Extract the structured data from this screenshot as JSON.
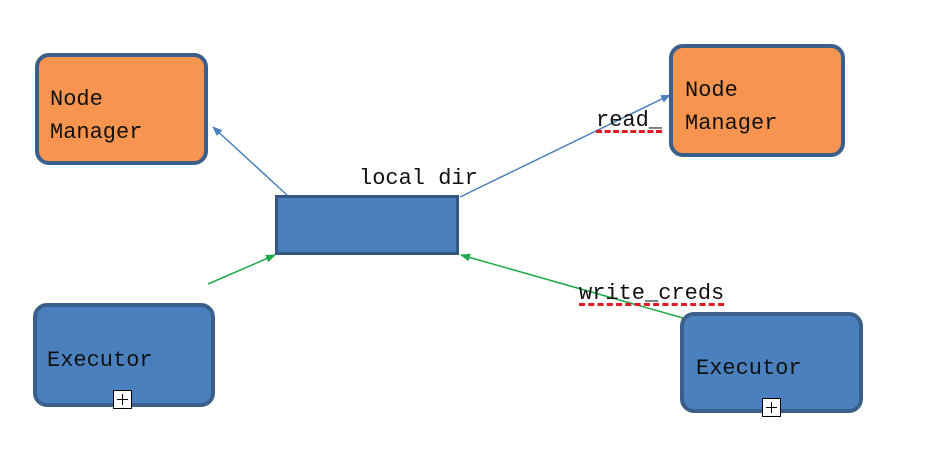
{
  "boxes": {
    "node_manager_left": {
      "line1": "Node",
      "line2": "Manager"
    },
    "node_manager_right": {
      "line1": "Node",
      "line2": "Manager"
    },
    "executor_left": {
      "label": "Executor"
    },
    "executor_right": {
      "label": "Executor"
    }
  },
  "center": {
    "label": "local dir"
  },
  "edges": {
    "read_label": "read_",
    "write_label": "write_creds"
  },
  "colors": {
    "node_manager_fill": "#f79550",
    "executor_fill": "#4a80bd",
    "border": "#3a5f8a",
    "read_arrow": "#4a80bd",
    "write_arrow": "#1faa4a",
    "spellcheck": "#e01b24"
  },
  "icons": {
    "expand": "plus-box-icon"
  }
}
